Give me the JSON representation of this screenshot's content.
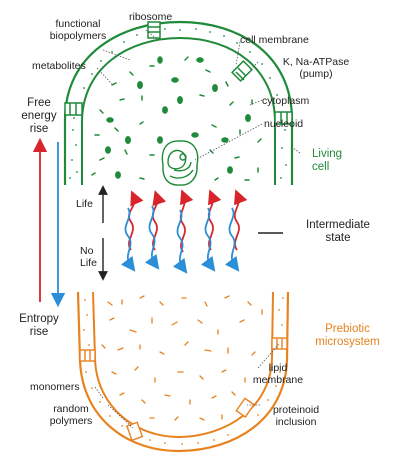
{
  "colors": {
    "living": "#1f8a3a",
    "prebiotic": "#e8821e",
    "red": "#d8252b",
    "blue": "#2a8fd6",
    "dark": "#222222"
  },
  "labels": {
    "functional_biopolymers": "functional\nbiopolymers",
    "ribosome": "ribosome",
    "cell_membrane": "cell membrane",
    "metabolites": "metabolites",
    "pump": "K, Na-ATPase\n(pump)",
    "cytoplasm": "cytoplasm",
    "nucleoid": "nucleoid",
    "living_cell": "Living\ncell",
    "free_energy_rise": "Free\nenergy\nrise",
    "entropy_rise": "Entropy\nrise",
    "life": "Life",
    "no_life": "No\nLife",
    "intermediate_state": "Intermediate\nstate",
    "prebiotic_microsystem": "Prebiotic\nmicrosystem",
    "lipid_membrane": "lipid\nmembrane",
    "monomers": "monomers",
    "random_polymers": "random\npolymers",
    "proteinoid_inclusion": "proteinoid\ninclusion"
  }
}
